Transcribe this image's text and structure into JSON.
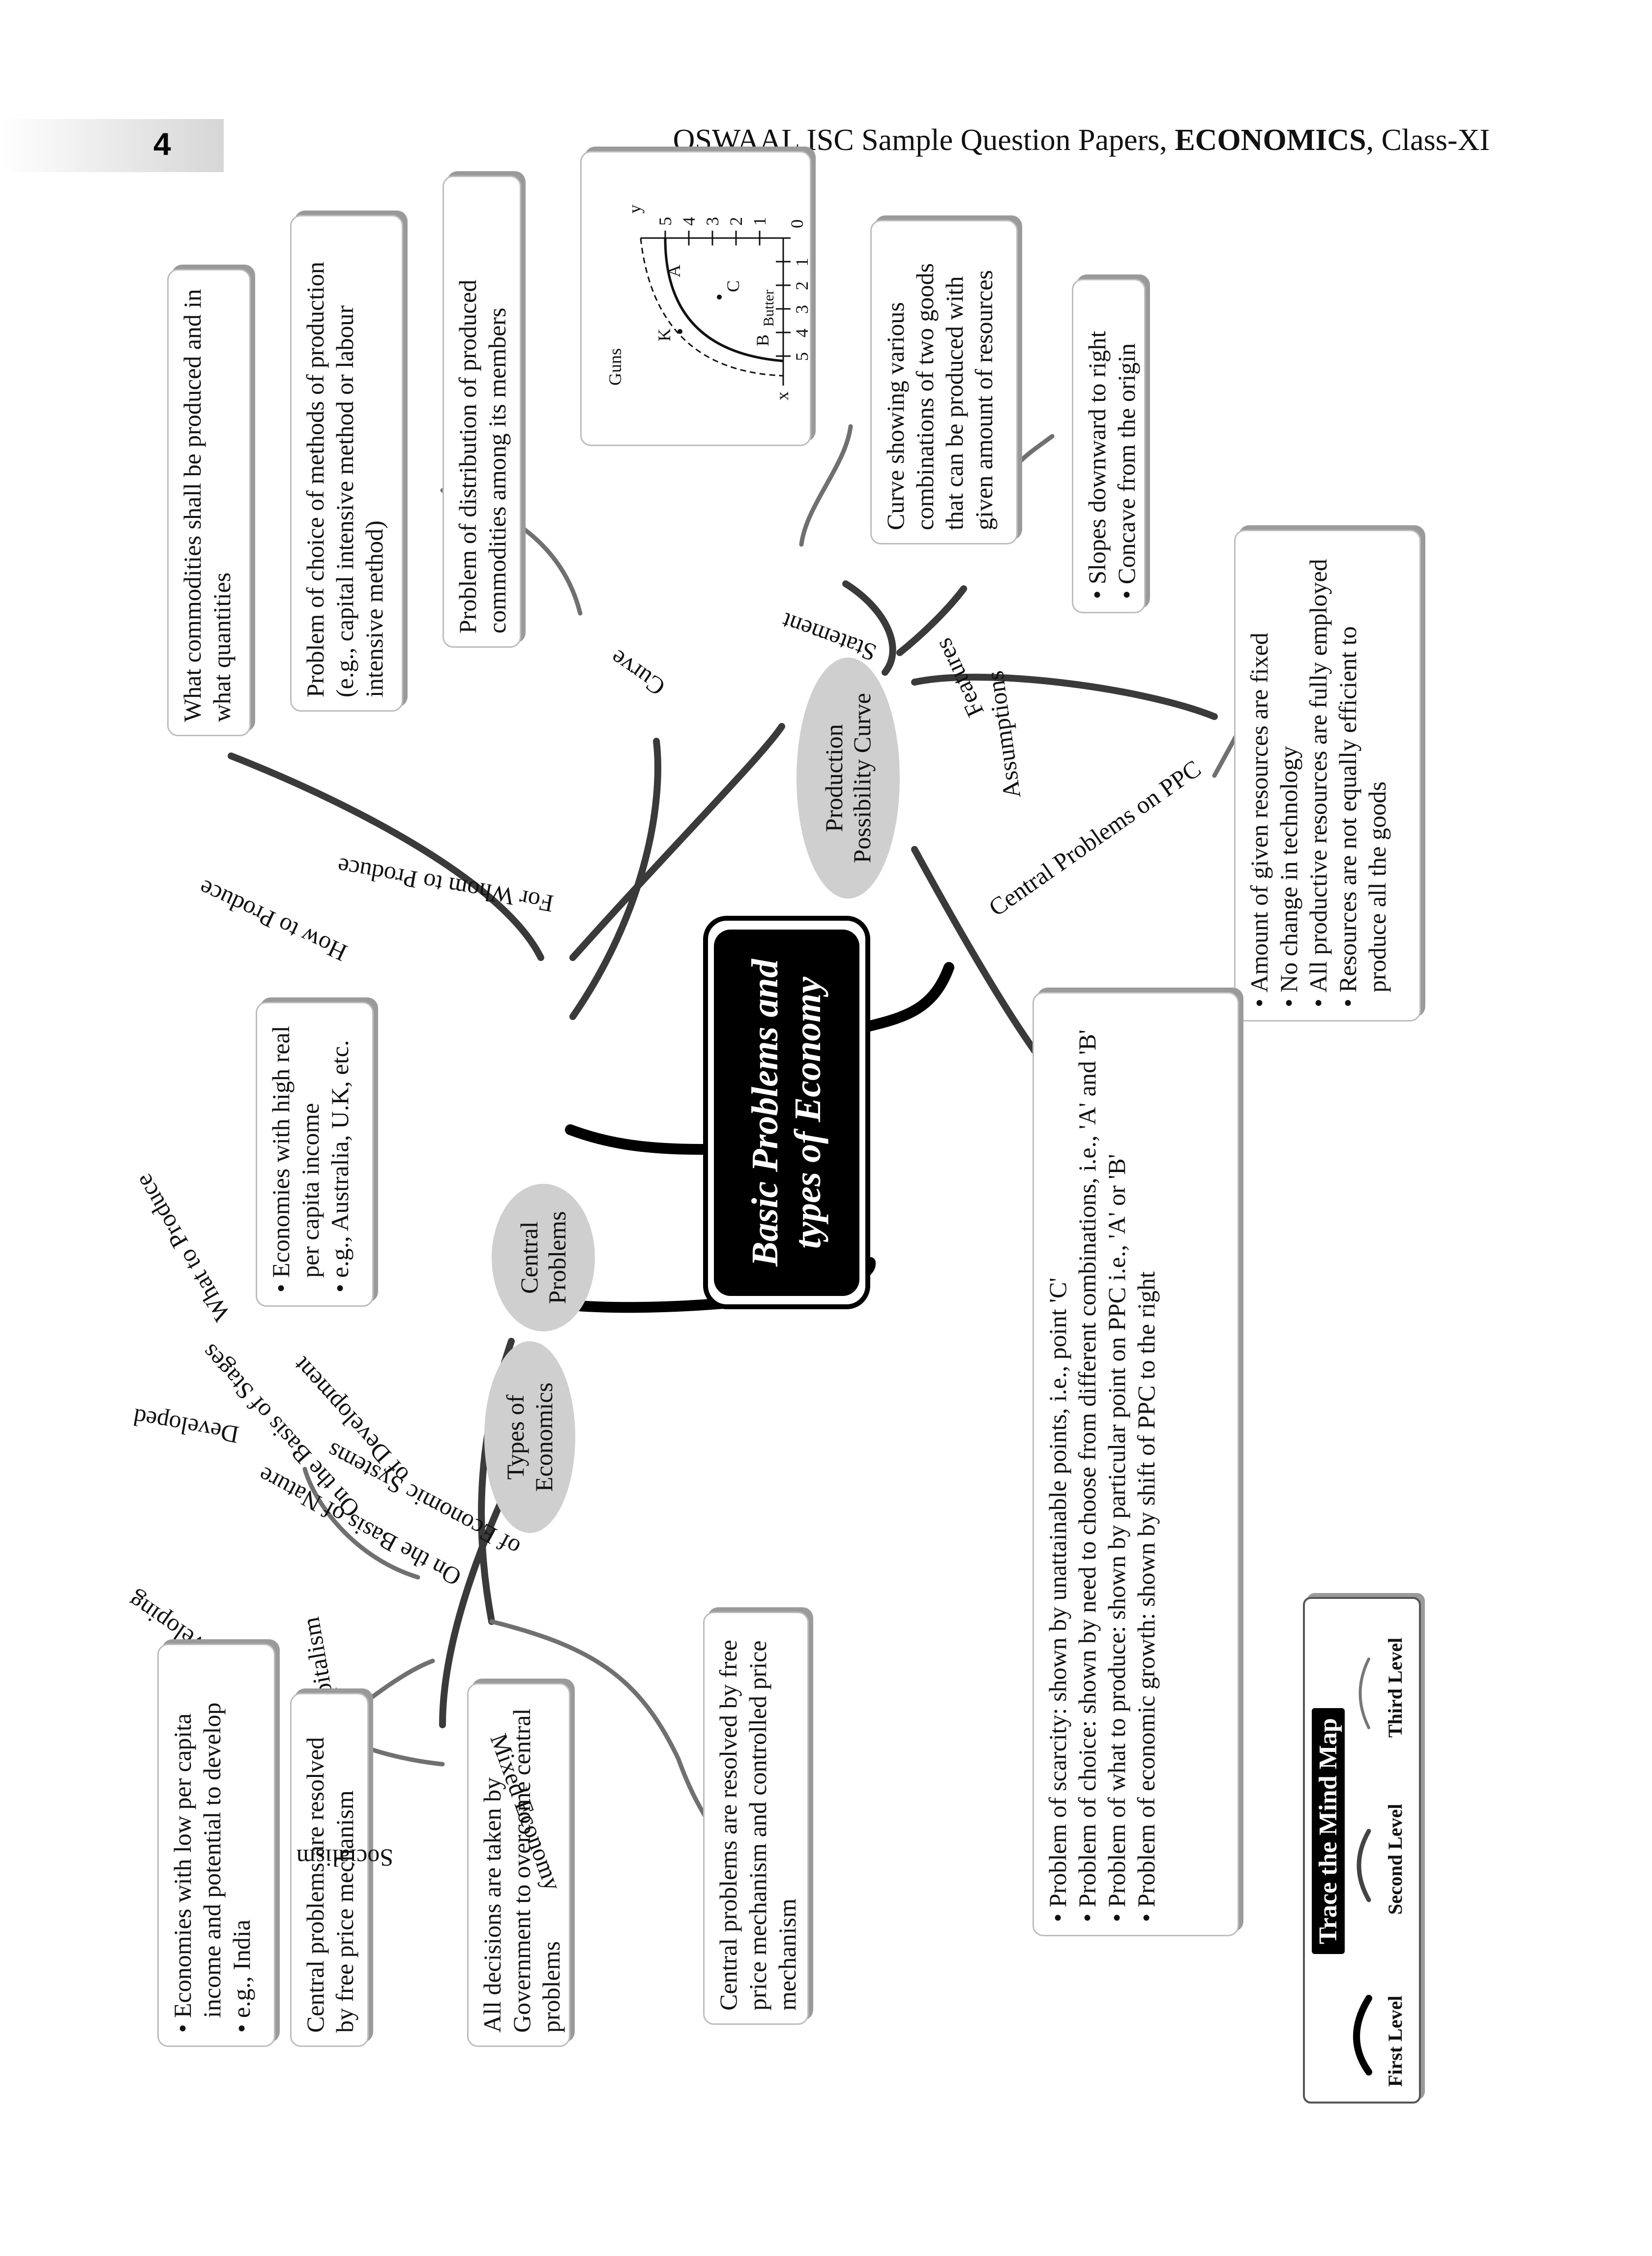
{
  "header": {
    "page_number": "4",
    "running_head_prefix": "OSWAAL ISC Sample Question Papers, ",
    "running_head_subject": "ECONOMICS",
    "running_head_suffix": ", Class-XI"
  },
  "center": {
    "title_line1": "Basic Problems and",
    "title_line2": "types of Economy"
  },
  "central_problems": {
    "node_line1": "Central",
    "node_line2": "Problems",
    "what_label": "What to Produce",
    "what_text": "What commodities shall be produced and in what quantities",
    "how_label": "How to Produce",
    "how_text": "Problem of choice of methods of production (e.g., capital intensive method or labour intensive method)",
    "whom_label": "For Whom to Produce",
    "whom_text": "Problem of distribution of produced commodities among its members"
  },
  "ppc": {
    "node_line1": "Production",
    "node_line2": "Possibility Curve",
    "curve_label": "Curve",
    "graph": {
      "y_axis": "Guns",
      "x_axis": "Butter",
      "y_letter": "y",
      "x_letter": "x",
      "origin": "0",
      "ticks": [
        "1",
        "2",
        "3",
        "4",
        "5"
      ],
      "point_a": "A",
      "point_b": "B",
      "point_c": "C",
      "point_k": "K"
    },
    "statement_label": "Statement",
    "statement_text": "Curve showing various combinations of two goods that can be produced with given amount of resources",
    "features_label": "Features",
    "features": [
      "Slopes downward to right",
      "Concave from the origin"
    ],
    "assumptions_label": "Assumptions",
    "assumptions": [
      "Amount of given resources are fixed",
      "No change in technology",
      "All productive resources are fully employed",
      "Resources are not equally efficient to produce all the goods"
    ],
    "problems_label": "Central Problems on PPC",
    "problems": [
      "Problem of scarcity: shown by unattainable points, i.e., point 'C'",
      "Problem of choice: shown by need to choose from different combinations, i.e., 'A' and 'B'",
      "Problem of what to produce: shown by particular point on PPC i.e., 'A' or 'B'",
      "Problem of economic growth: shown by shift of PPC to the right"
    ]
  },
  "types": {
    "node_line1": "Types of",
    "node_line2": "Economics",
    "stages_label_line1": "On the Basis of Stages",
    "stages_label_line2": "of Development",
    "developed_label": "Developed",
    "developed": [
      "Economies with high real per capita income",
      "e.g., Australia, U.K, etc."
    ],
    "developing_label": "Developing",
    "developing": [
      "Economies with low per capita income and potential to develop",
      "e.g., India"
    ],
    "nature_label_line1": "On the Basis of Nature",
    "nature_label_line2": "of Economic Systems",
    "capitalism_label": "Capitalism",
    "capitalism_text": "Central problems are resolved by free price mechanism",
    "socialism_label": "Socialism",
    "socialism_text": "All decisions are taken by Government to overcome central problems",
    "mixed_label": "Mixed Economy",
    "mixed_text": "Central problems are resolved by free price mechanism and controlled price mechanism"
  },
  "legend": {
    "title": "Trace the Mind Map",
    "first": "First Level",
    "second": "Second Level",
    "third": "Third Level"
  }
}
